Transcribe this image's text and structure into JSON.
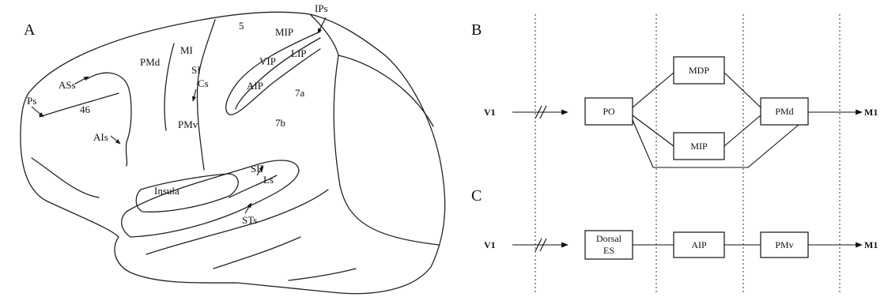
{
  "panels": {
    "a": "A",
    "b": "B",
    "c": "C"
  },
  "brain_labels": {
    "ips": "IPs",
    "area5": "5",
    "mip": "MIP",
    "mi": "MI",
    "lip": "LIP",
    "vip": "VIP",
    "pmd": "PMd",
    "si": "SI",
    "cs": "Cs",
    "aip": "AIP",
    "area7a": "7a",
    "ass": "ASs",
    "ps": "Ps",
    "area46": "46",
    "pmv": "PMv",
    "area7b": "7b",
    "ais": "AIs",
    "sii": "SII",
    "ls": "Ls",
    "insula": "Insula",
    "sts": "STs"
  },
  "diagram_b": {
    "v1": "V1",
    "po": "PO",
    "mdp": "MDP",
    "mip": "MIP",
    "pmd": "PMd",
    "m1": "M1"
  },
  "diagram_c": {
    "v1": "V1",
    "dorsal_line1": "Dorsal",
    "dorsal_line2": "ES",
    "aip": "AIP",
    "pmv": "PMv",
    "m1": "M1"
  }
}
